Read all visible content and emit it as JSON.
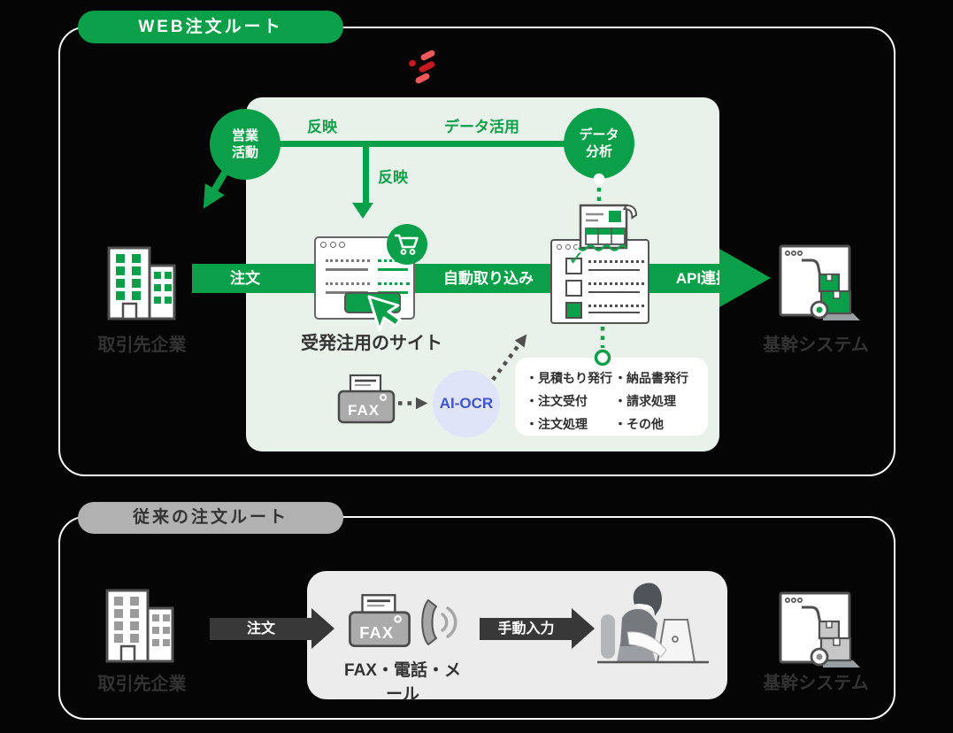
{
  "web": {
    "badge": "WEB注文ルート",
    "nodes": {
      "sales": {
        "line1": "営業",
        "line2": "活動"
      },
      "analysis": {
        "line1": "データ",
        "line2": "分析"
      },
      "client": "取引先企業",
      "site": "受発注用のサイト",
      "core": "基幹システム"
    },
    "edges": {
      "reflect1": "反映",
      "data_use": "データ活用",
      "reflect2": "反映",
      "order": "注文",
      "auto_import": "自動取り込み",
      "api": "API連携"
    },
    "fax_label": "FAX",
    "ocr_label": "AI-OCR",
    "functions": {
      "col1": [
        "・見積もり発行",
        "・注文受付",
        "・注文処理"
      ],
      "col2": [
        "・納品書発行",
        "・請求処理",
        "・その他"
      ]
    }
  },
  "legacy": {
    "badge": "従来の注文ルート",
    "client": "取引先企業",
    "core": "基幹システム",
    "methods": "FAX・電話・メール",
    "fax_label": "FAX",
    "edges": {
      "order": "注文",
      "manual": "手動入力"
    }
  },
  "colors": {
    "green": "#0aa04a",
    "light_green_panel": "#e9f2ea",
    "gray_pill": "#b1b1b1",
    "gray_panel": "#ececec",
    "black_arrow": "#383838",
    "ocr_bg": "#dfe4f9",
    "ocr_text": "#3e56c9",
    "red_light": "#f0585c",
    "red_dark": "#c3191f",
    "label_text": "#333333",
    "card_border": "#fafafa"
  }
}
